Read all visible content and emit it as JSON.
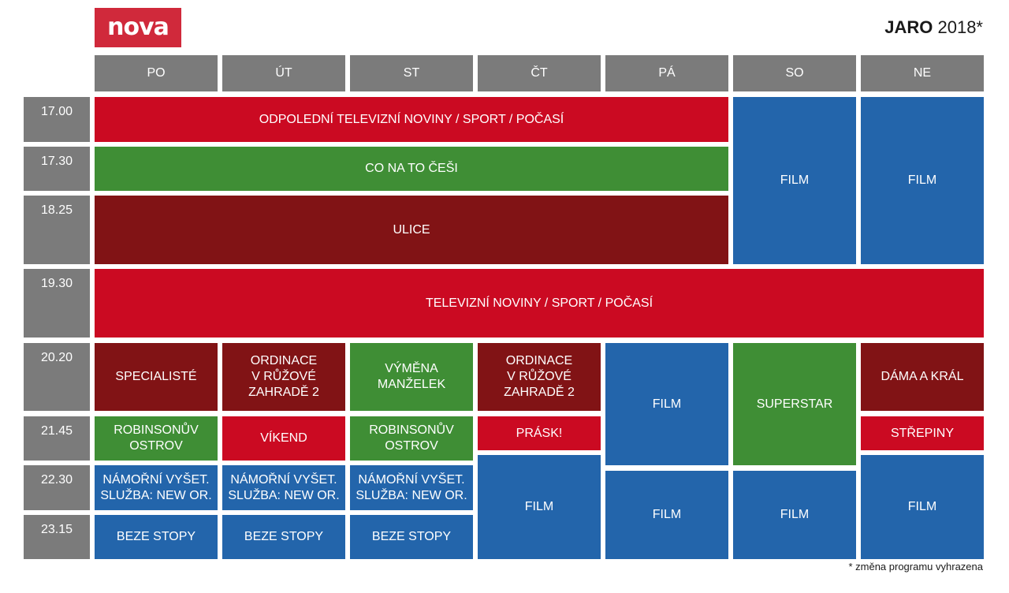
{
  "header": {
    "logo_text": "nova",
    "season_bold": "JARO",
    "season_rest": " 2018*"
  },
  "colors": {
    "news_red": "#cb0a22",
    "green": "#3f8e35",
    "maroon": "#811315",
    "film_blue": "#2365ab",
    "header_gray": "#7b7b7b",
    "logo_red": "#d0293b"
  },
  "days": [
    "PO",
    "ÚT",
    "ST",
    "ČT",
    "PÁ",
    "SO",
    "NE"
  ],
  "times": [
    "17.00",
    "17.30",
    "18.25",
    "19.30",
    "20.20",
    "21.45",
    "22.30",
    "23.15"
  ],
  "programs": {
    "odpoledni_noviny": "ODPOLEDNÍ TELEVIZNÍ NOVINY / SPORT / POČASÍ",
    "co_na_to_cesi": "CO NA TO ČEŠI",
    "ulice": "ULICE",
    "so_film_1": "FILM",
    "ne_film_1": "FILM",
    "televizni_noviny": "TELEVIZNÍ NOVINY / SPORT / POČASÍ",
    "po_2020": "SPECIALISTÉ",
    "ut_2020": "ORDINACE\nV RŮŽOVÉ\nZAHRADĚ 2",
    "st_2020": "VÝMĚNA\nMANŽELEK",
    "ct_2020": "ORDINACE\nV RŮŽOVÉ\nZAHRADĚ 2",
    "pa_2020": "FILM",
    "so_2020": "SUPERSTAR",
    "ne_2020": "DÁMA A KRÁL",
    "po_2145": "ROBINSONŮV\nOSTROV",
    "ut_2145": "VÍKEND",
    "st_2145": "ROBINSONŮV\nOSTROV",
    "ct_2145": "PRÁSK!",
    "ne_2145": "STŘEPINY",
    "po_2230": "NÁMOŘNÍ VYŠET.\nSLUŽBA: NEW OR.",
    "ut_2230": "NÁMOŘNÍ VYŠET.\nSLUŽBA: NEW OR.",
    "st_2230": "NÁMOŘNÍ VYŠET.\nSLUŽBA: NEW OR.",
    "ct_late": "FILM",
    "pa_late": "FILM",
    "so_late": "FILM",
    "ne_late": "FILM",
    "po_2315": "BEZE STOPY",
    "ut_2315": "BEZE STOPY",
    "st_2315": "BEZE STOPY"
  },
  "footnote": "* změna programu vyhrazena"
}
